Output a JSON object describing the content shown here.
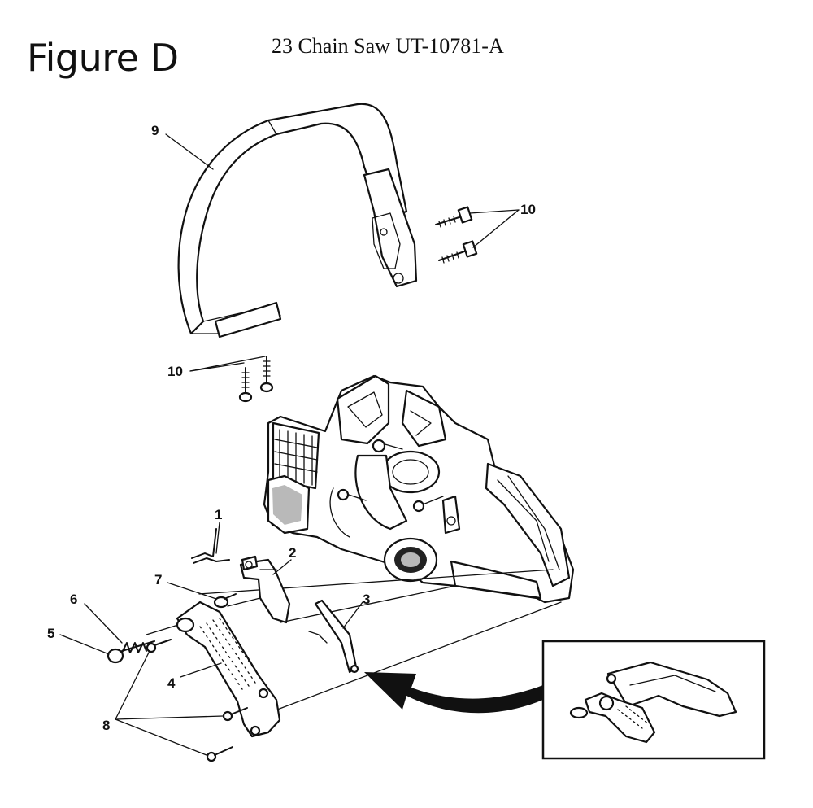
{
  "figure_label": "Figure D",
  "subtitle": "23 Chain Saw UT-10781-A",
  "callouts": [
    {
      "id": "label-9",
      "text": "9"
    },
    {
      "id": "label-10-top",
      "text": "10"
    },
    {
      "id": "label-10-left",
      "text": "10"
    },
    {
      "id": "label-1",
      "text": "1"
    },
    {
      "id": "label-2",
      "text": "2"
    },
    {
      "id": "label-3",
      "text": "3"
    },
    {
      "id": "label-7",
      "text": "7"
    },
    {
      "id": "label-6",
      "text": "6"
    },
    {
      "id": "label-5",
      "text": "5"
    },
    {
      "id": "label-4",
      "text": "4"
    },
    {
      "id": "label-8",
      "text": "8"
    }
  ]
}
